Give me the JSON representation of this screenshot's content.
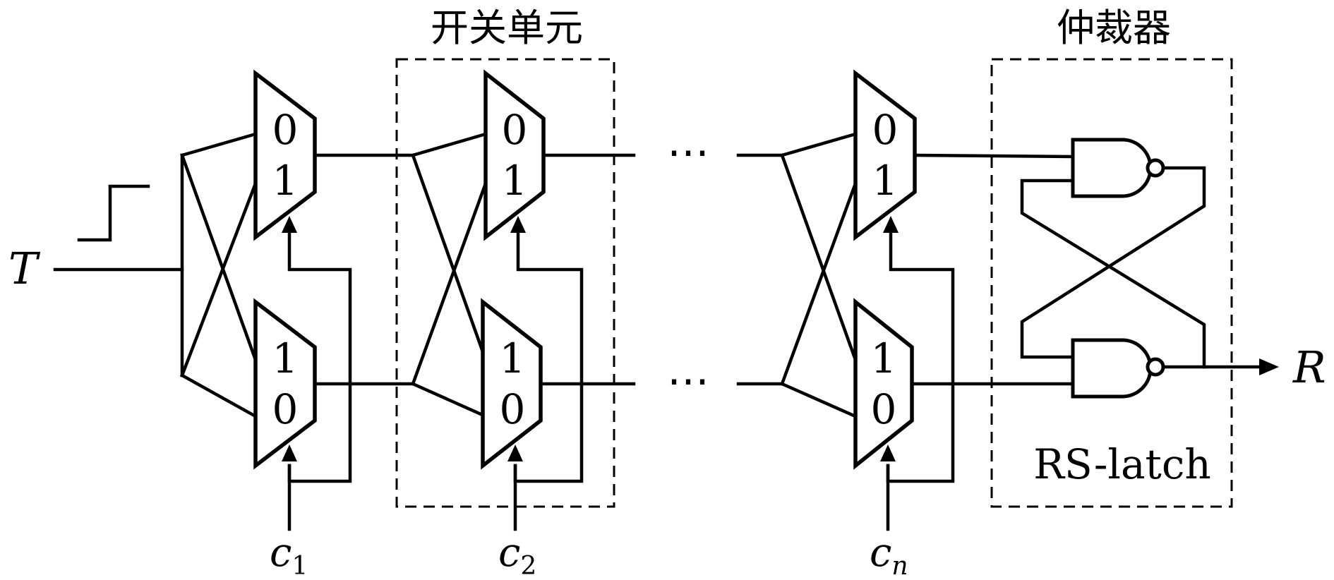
{
  "labels": {
    "switch_unit": "开关单元",
    "arbiter": "仲裁器",
    "latch": "RS-latch",
    "input": "T",
    "output": "R",
    "ellipsis": "⋯"
  },
  "stages": [
    {
      "top_in": [
        "0",
        "1"
      ],
      "bottom_in": [
        "1",
        "0"
      ],
      "control": "c",
      "index": "1"
    },
    {
      "top_in": [
        "0",
        "1"
      ],
      "bottom_in": [
        "1",
        "0"
      ],
      "control": "c",
      "index": "2"
    },
    {
      "top_in": [
        "0",
        "1"
      ],
      "bottom_in": [
        "1",
        "0"
      ],
      "control": "c",
      "index": "n"
    }
  ]
}
